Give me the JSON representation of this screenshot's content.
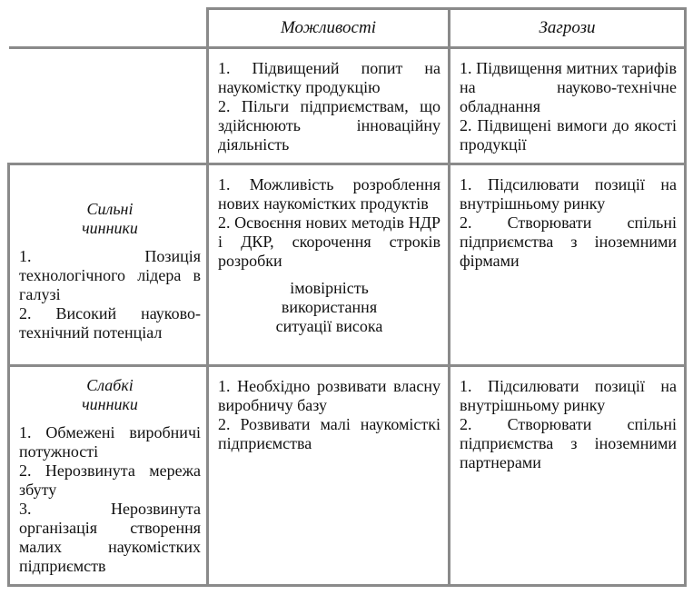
{
  "header": {
    "opportunities": "Можливості",
    "threats": "Загрози"
  },
  "opportunities_list": [
    "1. Підвищений попит на наукомістку продукцію",
    "2. Пільги підприємствам, що здійснюють інноваційну діяльність"
  ],
  "threats_list": [
    "1. Підвищення митних тарифів на науково-технічне обладнання",
    "2. Підвищені вимоги до якості продукції"
  ],
  "strengths": {
    "title_line1": "Сильні",
    "title_line2": "чинники",
    "items": [
      "1. Позиція технологічного лідера в галузі",
      "2. Високий науково-технічний потенціал"
    ],
    "so": [
      "1. Можливість розроблення нових наукомістких продуктів",
      "2. Освоєння нових методів НДР і ДКР, скорочення строків розробки"
    ],
    "so_note_line1": "імовірність",
    "so_note_line2": "використання",
    "so_note_line3": "ситуації висока",
    "st": [
      "1. Підсилювати позиції на внутрішньому ринку",
      "2. Створювати спільні підприємства з іноземними фірмами"
    ]
  },
  "weaknesses": {
    "title_line1": "Слабкі",
    "title_line2": "чинники",
    "items": [
      "1. Обмежені виробничі потужності",
      "2. Нерозвинута мережа збуту",
      "3. Нерозвинута організація створення малих наукомістких підприємств"
    ],
    "wo": [
      "1. Необхідно розвивати власну виробничу базу",
      "2. Розвивати малі наукомісткі підприємства"
    ],
    "wt": [
      "1. Підсилювати позиції на внутрішньому ринку",
      "2. Створювати спільні підприємства з іноземними партнерами"
    ]
  }
}
